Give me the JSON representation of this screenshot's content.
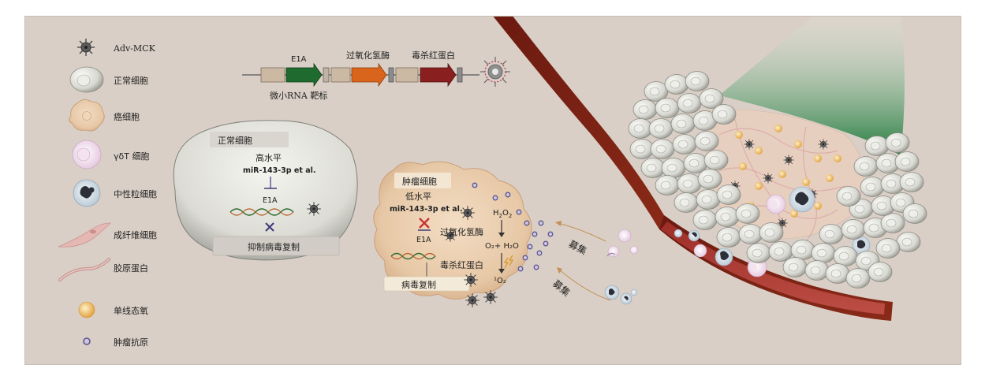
{
  "legend": [
    {
      "icon": "virus-icon",
      "label": "Adv-MCK"
    },
    {
      "icon": "normal-cell-icon",
      "label": "正常细胞"
    },
    {
      "icon": "cancer-cell-icon",
      "label": "癌细胞"
    },
    {
      "icon": "gamma-delta-t-cell-icon",
      "label": "γδT 细胞"
    },
    {
      "icon": "neutrophil-icon",
      "label": "中性粒细胞"
    },
    {
      "icon": "fibroblast-icon",
      "label": "成纤维细胞"
    },
    {
      "icon": "collagen-icon",
      "label": "胶原蛋白"
    },
    {
      "icon": "singlet-oxygen-icon",
      "label": "单线态氧"
    },
    {
      "icon": "tumor-antigen-icon",
      "label": "肿瘤抗原"
    }
  ],
  "construct": {
    "e1a": "E1A",
    "catalase": "过氧化氢酶",
    "killer_red": "毒杀红蛋白",
    "mirna_target": "微小RNA 靶标"
  },
  "normal_cell": {
    "title": "正常细胞",
    "level": "高水平",
    "mirna": "miR-143-3p et al.",
    "e1a": "E1A",
    "result": "抑制病毒复制"
  },
  "tumor_cell": {
    "title": "肿瘤细胞",
    "level": "低水平",
    "mirna": "miR-143-3p et al.",
    "e1a": "E1A",
    "catalase": "过氧化氢酶",
    "killer_red": "毒杀红蛋白",
    "replication": "病毒复制",
    "h2o2": "H",
    "h2o2_sub": "2",
    "h2o2_o": "O",
    "h2o2_sub2": "2",
    "o2_h2o": "O₂+ H₂O",
    "singlet": "¹O₂"
  },
  "recruit_upper": "募集",
  "recruit_lower": "募集",
  "colors": {
    "background": "#d9cfc6",
    "e1a_arrow": "#1f6b2f",
    "catalase_arrow": "#d9641c",
    "killer_red_arrow": "#8a1f1f",
    "vessel": "#7a1e12",
    "light_cone": "#2f7d3e"
  }
}
